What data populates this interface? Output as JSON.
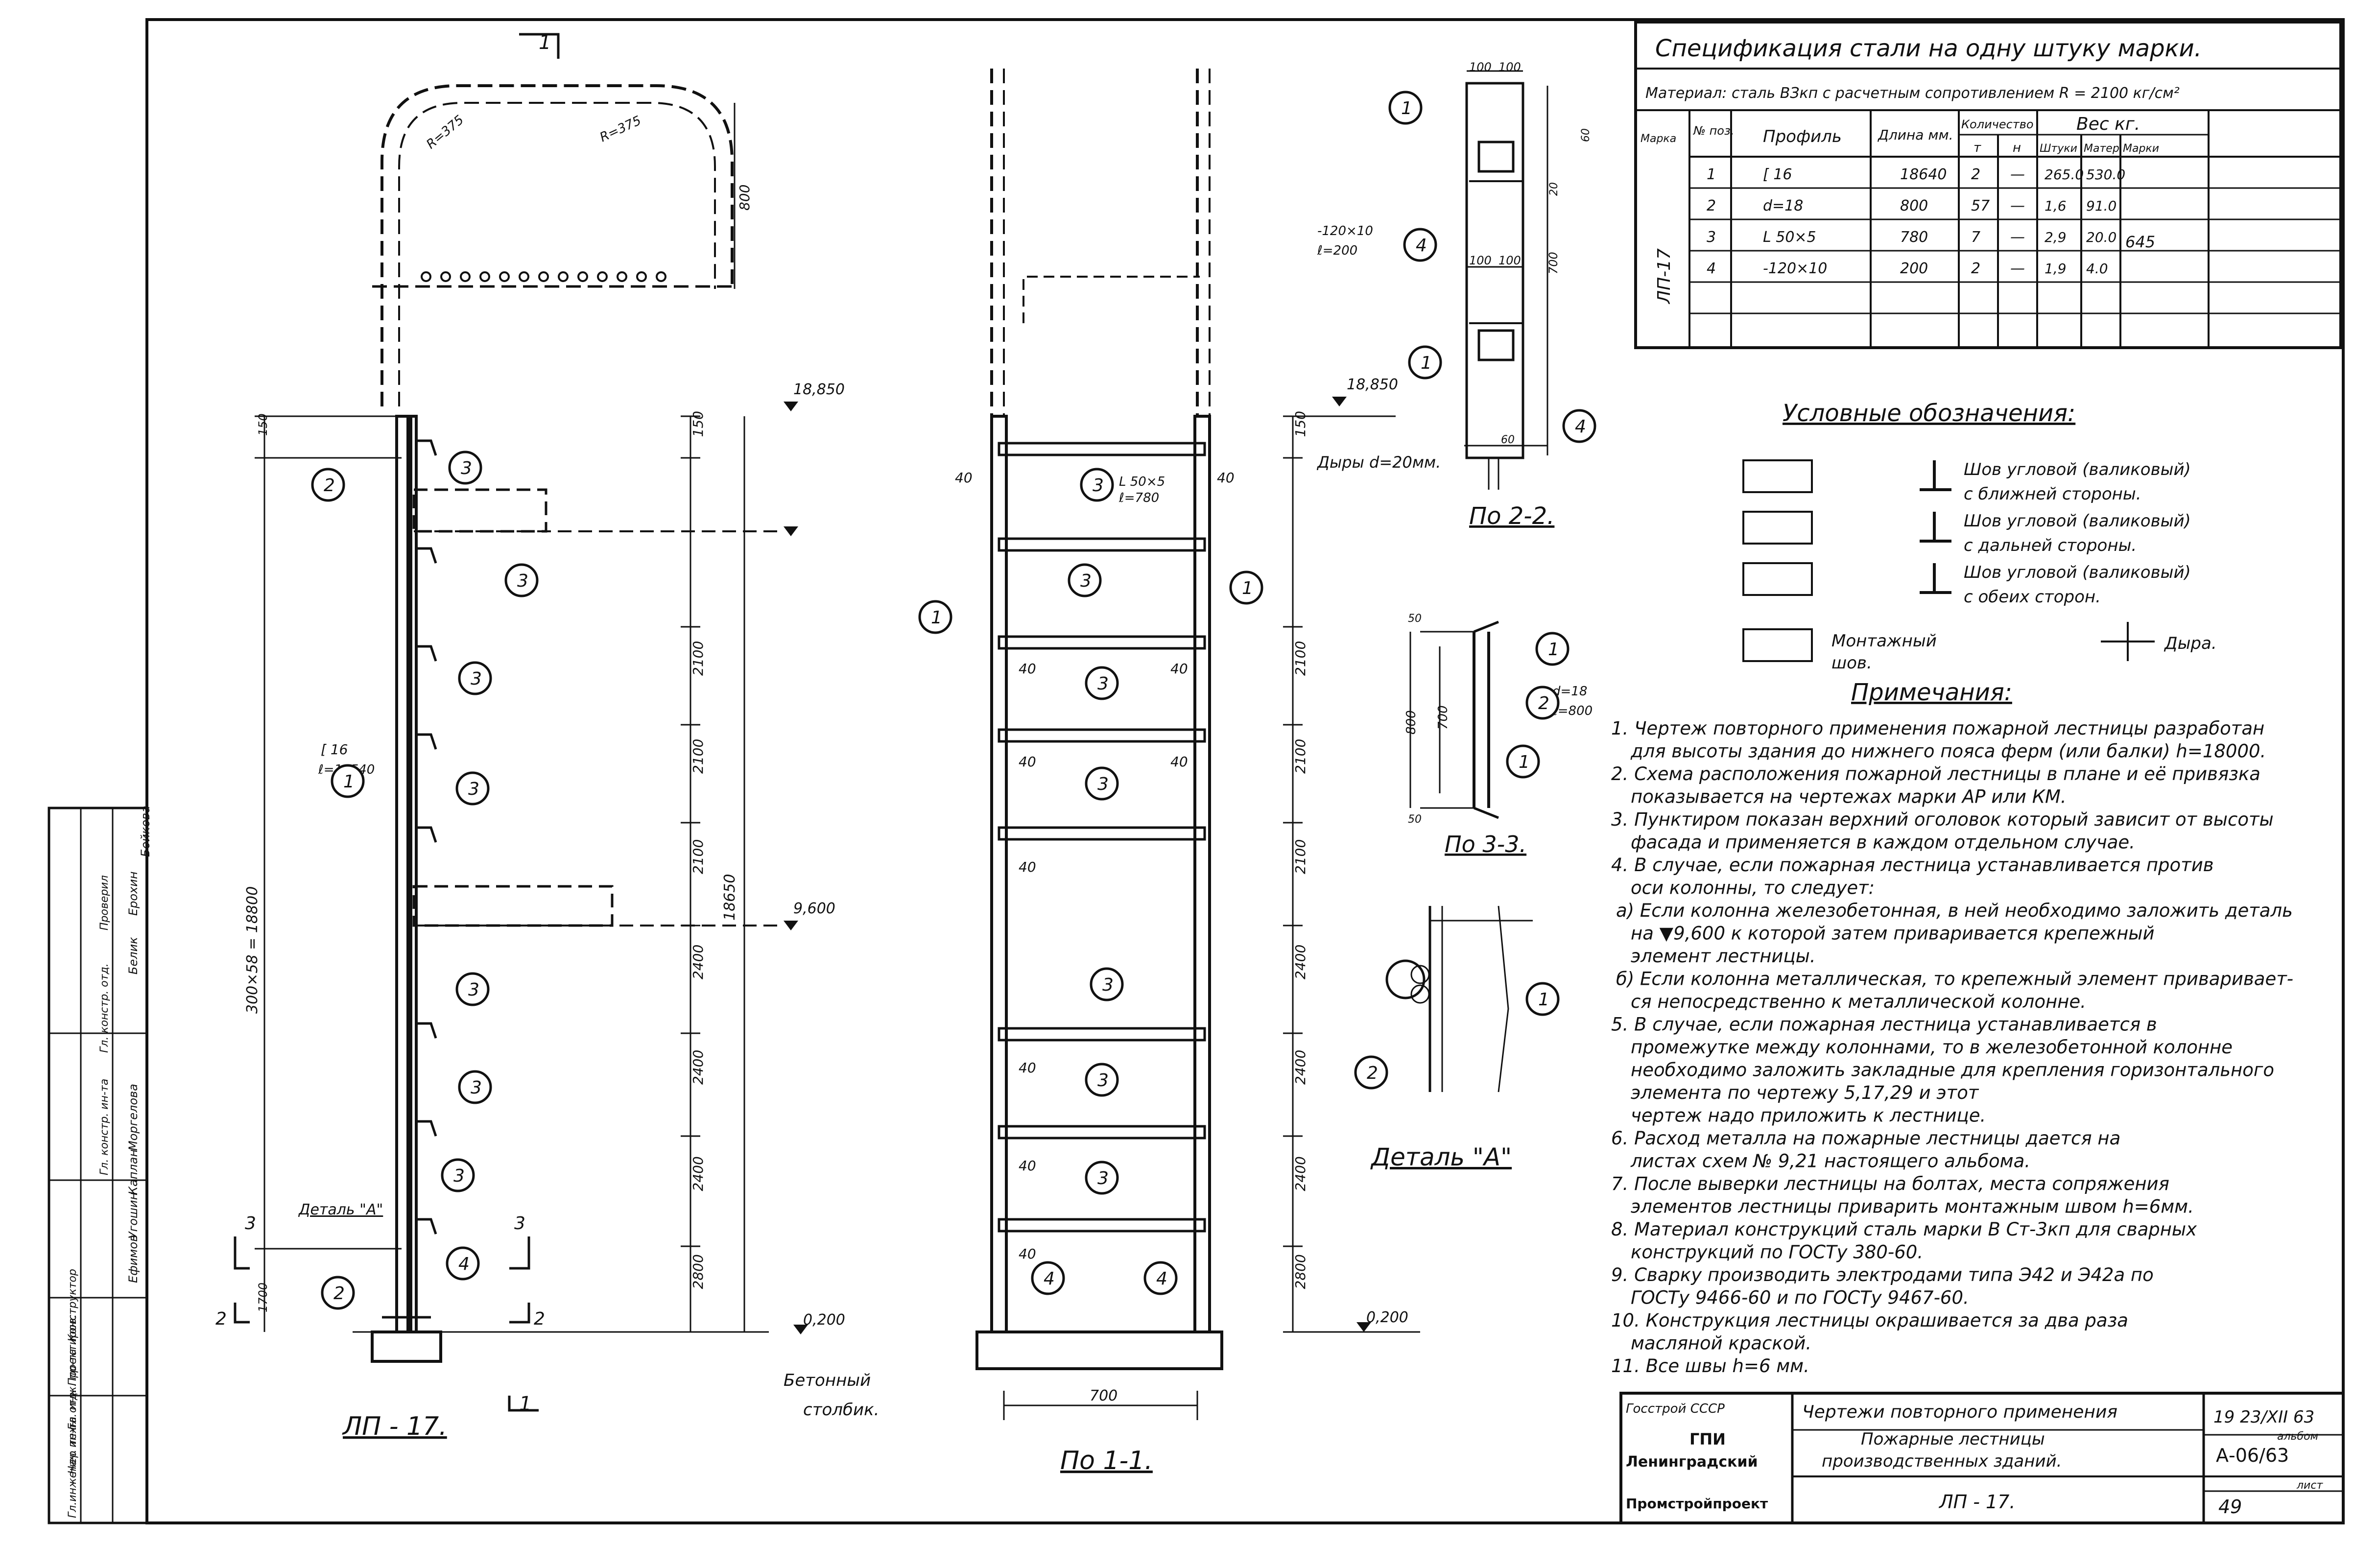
{
  "spec": {
    "title": "Спецификация стали на одну штуку марки.",
    "material": "Материал: сталь ВЗкп с расчетным сопротивлением R = 2100 кг/см²",
    "headers": {
      "mark": "Марка",
      "pos": "№ поз.",
      "profile": "Профиль",
      "length": "Длина мм.",
      "qty": "Количество",
      "qty_t": "т",
      "qty_n": "н",
      "weight": "Вес кг.",
      "w_piece": "Штуки",
      "w_mark_part": "Матер.",
      "w_mark": "Марки"
    },
    "mark": "ЛП-17",
    "total": "645",
    "rows": [
      {
        "pos": "1",
        "profile": "[ 16",
        "length": "18640",
        "t": "2",
        "n": "—",
        "wp": "265.0",
        "wm": "530.0"
      },
      {
        "pos": "2",
        "profile": "d=18",
        "length": "800",
        "t": "57",
        "n": "—",
        "wp": "1,6",
        "wm": "91.0"
      },
      {
        "pos": "3",
        "profile": "L 50×5",
        "length": "780",
        "t": "7",
        "n": "—",
        "wp": "2,9",
        "wm": "20.0"
      },
      {
        "pos": "4",
        "profile": "-120×10",
        "length": "200",
        "t": "2",
        "n": "—",
        "wp": "1,9",
        "wm": "4.0"
      }
    ]
  },
  "legend": {
    "title": "Условные обозначения:",
    "items": [
      {
        "l1": "Шов угловой (валиковый)",
        "l2": "с ближней стороны."
      },
      {
        "l1": "Шов угловой (валиковый)",
        "l2": "с дальней стороны."
      },
      {
        "l1": "Шов угловой (валиковый)",
        "l2": "с обеих сторон."
      }
    ],
    "mount_1": "Монтажный",
    "mount_2": "шов.",
    "hole": "Дыра."
  },
  "notes": {
    "title": "Примечания:",
    "lines": [
      "1. Чертеж повторного применения пожарной лестницы разработан",
      "для высоты здания до нижнего пояса ферм (или балки) h=18000.",
      "2. Схема расположения пожарной лестницы в плане и её привязка",
      "показывается на чертежах марки АР или КМ.",
      "3. Пунктиром показан верхний оголовок который зависит от высоты",
      "фасада и применяется в каждом отдельном случае.",
      "4. В случае, если пожарная лестница устанавливается против",
      "оси колонны, то следует:",
      "а) Если колонна железобетонная, в ней необходимо заложить деталь",
      "на ▼9,600 к которой затем приваривается крепежный",
      "элемент лестницы.",
      "б) Если колонна металлическая, то крепежный элемент приваривает-",
      "ся непосредственно к металлической колонне.",
      "5. В случае, если пожарная лестница устанавливается в",
      "промежутке между колоннами, то в железобетонной колонне",
      "необходимо заложить закладные для крепления горизонтального",
      "элемента по чертежу 5,17,29 и этот",
      "чертеж надо приложить к лестнице.",
      "6. Расход металла на пожарные лестницы дается на",
      "листах схем № 9,21 настоящего альбома.",
      "7. После выверки лестницы на болтах, места сопряжения",
      "элементов лестницы приварить монтажным швом h=6мм.",
      "8. Материал конструкций сталь марки В Ст-3кп для сварных",
      "конструкций по ГОСТу 380-60.",
      "9. Сварку производить электродами типа Э42 и Э42а по",
      "ГОСТу 9466-60 и по ГОСТу 9467-60.",
      "10. Конструкция лестницы окрашивается за два раза",
      "масляной краской.",
      "11. Все швы h=6 мм."
    ]
  },
  "title_block": {
    "org1": "Госстрой СССР",
    "org2": "ГПИ",
    "org3": "Ленинградский",
    "org4": "Промстройпроект",
    "t1": "Чертежи повторного применения",
    "t2": "Пожарные лестницы",
    "t3": "производственных зданий.",
    "mark": "ЛП - 17.",
    "date": "19 23/XII 63",
    "album_label": "альбом",
    "album": "А-06/63",
    "sheet_label": "лист",
    "sheet": "49"
  },
  "signatures": {
    "roles": [
      "Гл.инженер ин-та",
      "Нач. техн. отд.",
      "Гл. инж. пр-та",
      "Проектиров.",
      "Конструктор",
      "Гл. констр. ин-та",
      "Гл. констр. отд.",
      "Проверил"
    ],
    "names": [
      "Ефимов",
      "Угошин",
      "Каплан",
      "Моргелова",
      "Белик",
      "Ерохин",
      "Бойкова"
    ]
  },
  "views": {
    "main_caption": "ЛП - 17.",
    "section11": "По 1-1.",
    "section22": "По 2-2.",
    "section33": "По 3-3.",
    "detail": "Деталь \"А\"",
    "detail_ref": "Деталь \"А\"",
    "concrete_1": "Бетонный",
    "concrete_2": "столбик.",
    "holes": "Дыры d=20мм."
  },
  "labels": {
    "elev_top": "18,850",
    "elev_mid": "9,600",
    "elev_bot": "0,200",
    "channel_1": "[ 16",
    "channel_2": "ℓ=16540",
    "overall": "300×58 = 18800",
    "height_total": "18650",
    "radius": "R=375",
    "angle_1": "L 50×5",
    "angle_2": "ℓ=780",
    "plate_1": "-120×10",
    "plate_2": "ℓ=200",
    "rod_1": "d=18",
    "rod_2": "ℓ=800",
    "width": "700",
    "d800": "800",
    "d700": "700",
    "d100": "100",
    "d50": "50",
    "d60": "60",
    "d20": "20",
    "d40": "40",
    "d150": "150",
    "d1700": "1700",
    "cut1": "1",
    "cut2": "2",
    "cut3": "3",
    "spacing": [
      "150",
      "2100",
      "2100",
      "2100",
      "2400",
      "2400",
      "2400",
      "2800"
    ]
  },
  "positions": [
    "1",
    "2",
    "3",
    "4"
  ]
}
